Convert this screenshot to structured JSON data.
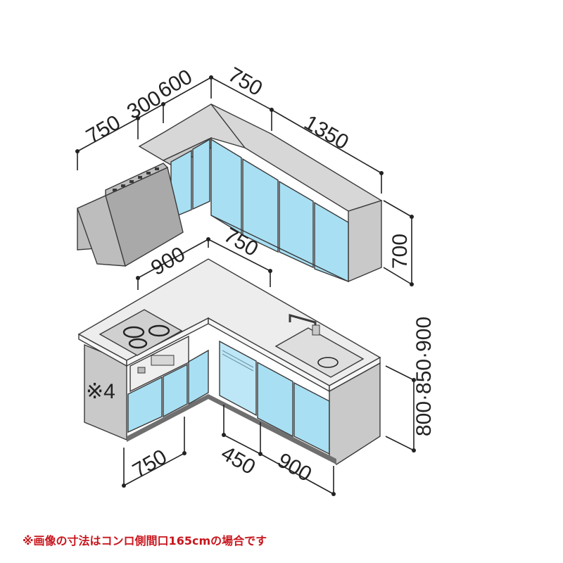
{
  "dimensions": {
    "upper_left_width": "750",
    "upper_hood_300": "300",
    "upper_hood_600": "600",
    "upper_corner_width": "750",
    "upper_right_width": "1350",
    "upper_height": "700",
    "lower_left_depth": "900",
    "lower_corner_depth": "750",
    "lower_left_width": "750",
    "lower_dishwasher_width": "450",
    "lower_right_width": "900",
    "lower_height_options": "800·850·900",
    "side_panel_note": "※4"
  },
  "footnote": "※画像の寸法はコンロ側間口165cmの場合です",
  "colors": {
    "door": "#a8dff3",
    "footnote": "#c8161d"
  }
}
